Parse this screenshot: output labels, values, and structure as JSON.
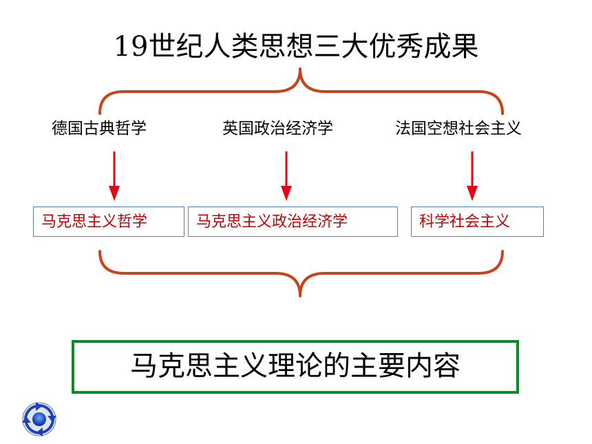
{
  "title": "19世纪人类思想三大优秀成果",
  "sources": [
    "德国古典哲学",
    "英国政治经济学",
    "法国空想社会主义"
  ],
  "results": [
    "马克思主义哲学",
    "马克思主义政治经济学",
    "科学社会主义"
  ],
  "summary": "马克思主义理论的主要内容",
  "colors": {
    "brace": "#c8431a",
    "arrow": "#e30613",
    "result_text": "#c00000",
    "result_border": "#4f81bd",
    "summary_border": "#0b8a2c"
  },
  "icons": {
    "nav": "refresh-cycle-icon"
  }
}
